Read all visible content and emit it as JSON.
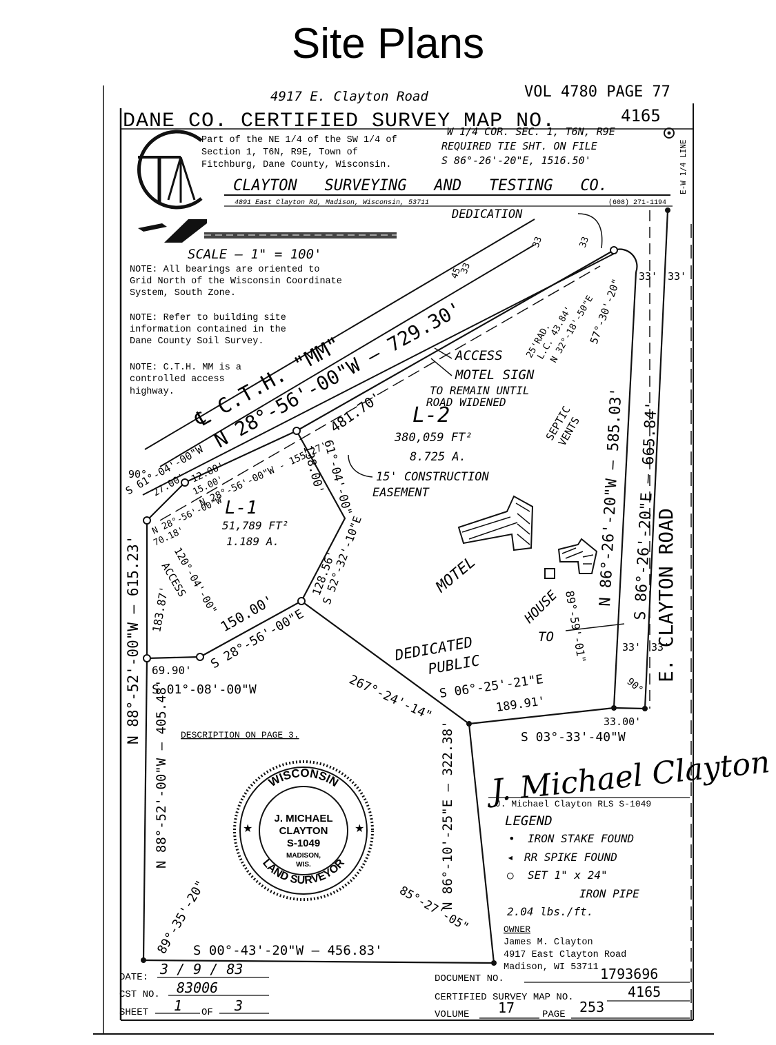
{
  "slide": {
    "title": "Site Plans"
  },
  "header": {
    "address_note": "4917 E. Clayton Road",
    "volume_stamp": "VOL 4780 PAGE 77",
    "map_title": "DANE CO. CERTIFIED SURVEY MAP NO.",
    "map_no": "4165",
    "part_of": [
      "Part of the NE 1/4 of the SW 1/4 of",
      "Section 1, T6N, R9E, Town of",
      "Fitchburg, Dane County, Wisconsin."
    ],
    "tie_note": [
      "W 1/4 COR. SEC. 1, T6N, R9E",
      "REQUIRED TIE SHT. ON FILE",
      "S 86°-26'-20\"E, 1516.50'"
    ],
    "ew_line": "E-W 1/4 LINE",
    "company": "CLAYTON   SURVEYING   AND   TESTING   CO.",
    "company_address": "4891 East Clayton Rd, Madison, Wisconsin, 53711",
    "phone": "(608) 271-1194"
  },
  "scale": "SCALE — 1\" = 100'",
  "notes": [
    [
      "NOTE:  All bearings are oriented to",
      "Grid North of the Wisconsin Coordinate",
      "System, South Zone."
    ],
    [
      "NOTE:  Refer to building site",
      "information contained in the",
      "Dane County Soil Survey."
    ],
    [
      "NOTE:  C.T.H. MM is a",
      "controlled access",
      "highway."
    ]
  ],
  "labels": {
    "dedication": "DEDICATION",
    "cth": "℄ C.T.H. \"MM\"",
    "north_bearing": "N 28°-56'-00\"W — 729.30'",
    "access_25": "ACCESS",
    "rad": "25'RAD.",
    "lc": "L.C. 43.84'",
    "n32": "N 32°-18'-50\"E",
    "b57": "57°-30'-20\"",
    "motel_sign": [
      "MOTEL SIGN",
      "TO REMAIN UNTIL",
      "ROAD WIDENED"
    ],
    "d48170": "481.70'",
    "l2": "L-2",
    "l2_ft": "380,059 FT²",
    "l2_ac": "8.725 A.",
    "septic": [
      "SEPTIC",
      "VENTS"
    ],
    "easement": [
      "15' CONSTRUCTION",
      "EASEMENT"
    ],
    "motel": "MOTEL",
    "house": "HOUSE",
    "to": "TO",
    "e58503": "N 86°-26'-20\"W — 585.03'",
    "e66584": "S 86°-26'-20\"E — 665.84'",
    "road": "E. CLAYTON ROAD",
    "d33a": "33'",
    "d33b": "33'",
    "d33c": "33'",
    "d33d": "33'",
    "d33e": "33",
    "d33f": "33",
    "d45": "45",
    "d33g": "33",
    "s61": "S 61°-04'-00\"W",
    "d90a": "90°",
    "d2700": "27.00'",
    "d1200": "12.00'",
    "d15": "15.00'",
    "n28155": "N 28°-56'-00\"W - 155.27'",
    "n28b": "N 28°-56'-00\"W",
    "d7018": "70.18'",
    "l1": "L-1",
    "l1_ft": "51,789 FT²",
    "l1_ac": "1.189 A.",
    "d13800": "138.00'",
    "b120": "120°-04'-00\"",
    "access_l": "ACCESS",
    "d18387": "183.87'",
    "d15000": "150.00'",
    "s28": "S 28°-56'-00\"E",
    "d12856": "128.56'",
    "s52": "S 52°-32'-10\"E",
    "b61": "61°-04'-00\"",
    "w61523": "N 88°-52'-00\"W — 615.23'",
    "d6990": "69.90'",
    "s01": "S 01°-08'-00\"W",
    "dedicated": [
      "DEDICATED",
      "PUBLIC"
    ],
    "b89_59": "89°-59'-01\"",
    "b267": "267°-24'-14\"",
    "s06": "S 06°-25'-21\"E",
    "d18991": "189.91'",
    "d33_00": "33.00'",
    "s03": "S 03°-33'-40\"W",
    "d90b": "90°",
    "description": "DESCRIPTION ON PAGE 3.",
    "w40548": "N 88°-52'-00\"W — 405.48'",
    "n86_322": "N 86°-10'-25\"E — 322.38'",
    "b89_35": "89°-35'-20\"",
    "b85": "85°-27'-05\"",
    "south": "S 00°-43'-20\"W — 456.83'"
  },
  "seal": {
    "top": "WISCONSIN",
    "name": [
      "J. MICHAEL",
      "CLAYTON",
      "S-1049",
      "MADISON,",
      "WIS."
    ],
    "bottom": "LAND SURVEYOR"
  },
  "signature": {
    "script": "J. Michael Clayton",
    "printed": "J. Michael Clayton RLS S-1049"
  },
  "legend": {
    "title": "LEGEND",
    "items": [
      {
        "symbol": "•",
        "text": "IRON STAKE FOUND"
      },
      {
        "symbol": "◂",
        "text": "RR SPIKE FOUND"
      },
      {
        "symbol": "○",
        "text": "SET 1\" x 24\""
      }
    ],
    "extra": [
      "IRON PIPE",
      "2.04 lbs./ft."
    ]
  },
  "owner": {
    "label": "OWNER",
    "lines": [
      "James M. Clayton",
      "4917 East Clayton Road",
      "Madison, WI 53711"
    ]
  },
  "footer": {
    "date_label": "DATE:",
    "date": "3 / 9 / 83",
    "cst_label": "CST NO.",
    "cst": "83006",
    "sheet_label": "SHEET",
    "sheet": "1",
    "of_label": "OF",
    "of": "3",
    "document_label": "DOCUMENT NO.",
    "document": "1793696",
    "csm_label": "CERTIFIED SURVEY MAP NO.",
    "csm": "4165",
    "volume_label": "VOLUME",
    "volume": "17",
    "page_label": "PAGE",
    "page": "253"
  }
}
